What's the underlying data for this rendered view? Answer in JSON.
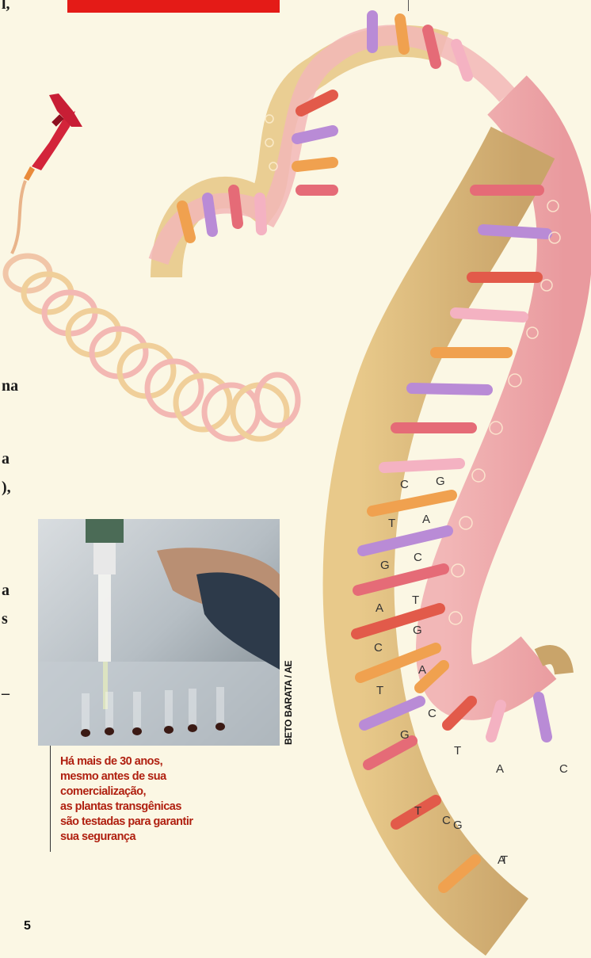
{
  "header": {
    "accent_color": "#e41b17"
  },
  "column_fragments": [
    {
      "id": "frag-1",
      "text": "l,"
    },
    {
      "id": "frag-2",
      "text": "na"
    },
    {
      "id": "frag-3",
      "text": "a"
    },
    {
      "id": "frag-4",
      "text": "),"
    },
    {
      "id": "frag-5",
      "text": "a"
    },
    {
      "id": "frag-6",
      "text": "s"
    },
    {
      "id": "frag-7",
      "text": "–"
    }
  ],
  "illustration": {
    "icons": [
      "chromosome-icon",
      "dna-helix-illustration"
    ],
    "base_letters": [
      "C",
      "G",
      "T",
      "A",
      "G",
      "C",
      "A",
      "T",
      "C",
      "G",
      "T",
      "A",
      "C",
      "G",
      "T",
      "A",
      "C",
      "T",
      "G",
      "A",
      "C",
      "T"
    ]
  },
  "photo": {
    "credit": "BETO BARATA / AE",
    "caption_lines": [
      "Há mais de 30 anos,",
      "mesmo antes de sua",
      "comercialização,",
      "as plantas transgênicas",
      "são testadas para garantir",
      "sua segurança"
    ]
  },
  "footer": {
    "page_number": "5"
  }
}
